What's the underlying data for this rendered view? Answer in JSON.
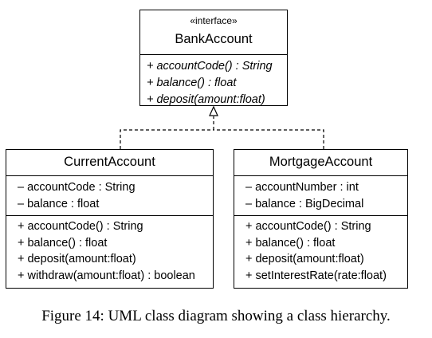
{
  "interface": {
    "stereotype": "«interface»",
    "name": "BankAccount",
    "operations": [
      "+ accountCode() : String",
      "+ balance() : float",
      "+ deposit(amount:float)"
    ]
  },
  "classes": [
    {
      "name": "CurrentAccount",
      "attributes": [
        "– accountCode : String",
        "– balance : float"
      ],
      "operations": [
        "+ accountCode() : String",
        "+ balance() : float",
        "+ deposit(amount:float)",
        "+ withdraw(amount:float) : boolean"
      ]
    },
    {
      "name": "MortgageAccount",
      "attributes": [
        "– accountNumber : int",
        "– balance : BigDecimal"
      ],
      "operations": [
        "+ accountCode() : String",
        "+ balance() : float",
        "+ deposit(amount:float)",
        "+ setInterestRate(rate:float)"
      ]
    }
  ],
  "caption": "Figure 14: UML class diagram showing a class hierarchy."
}
